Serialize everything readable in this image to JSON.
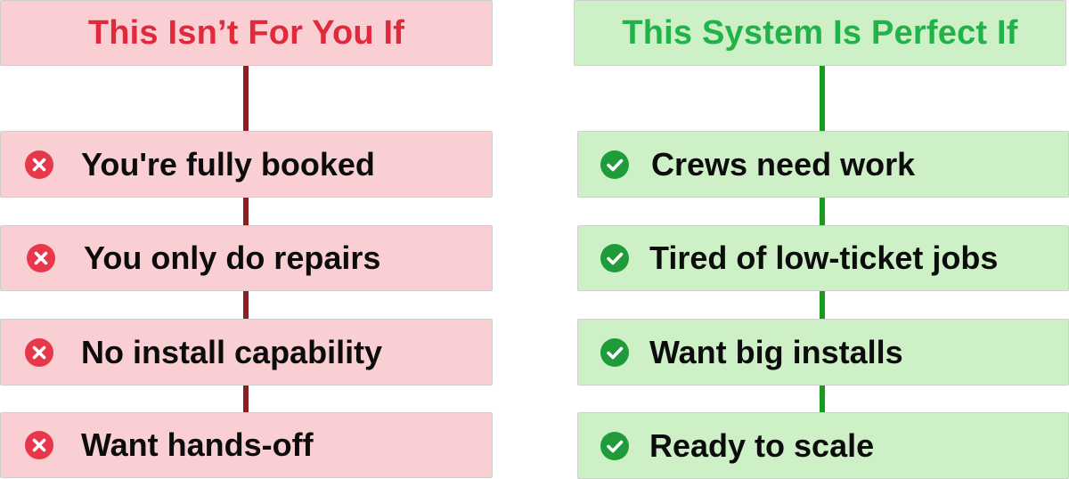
{
  "left_column": {
    "title": "This Isn’t For You If",
    "title_color": "#e02a3c",
    "box_color": "#f9cfd3",
    "connector_color": "#8a1f24",
    "icon": "x-circle-icon",
    "icon_color": "#e8364a",
    "items": [
      {
        "label": "You're fully booked"
      },
      {
        "label": "You only do repairs"
      },
      {
        "label": "No install capability"
      },
      {
        "label": "Want hands-off"
      }
    ]
  },
  "right_column": {
    "title": "This System Is Perfect If",
    "title_color": "#21b34a",
    "box_color": "#cdf0c6",
    "connector_color": "#1a9a1a",
    "icon": "check-circle-icon",
    "icon_color": "#1f9b3a",
    "items": [
      {
        "label": "Crews need work"
      },
      {
        "label": "Tired of low-ticket jobs"
      },
      {
        "label": "Want big installs"
      },
      {
        "label": "Ready to scale"
      }
    ]
  }
}
